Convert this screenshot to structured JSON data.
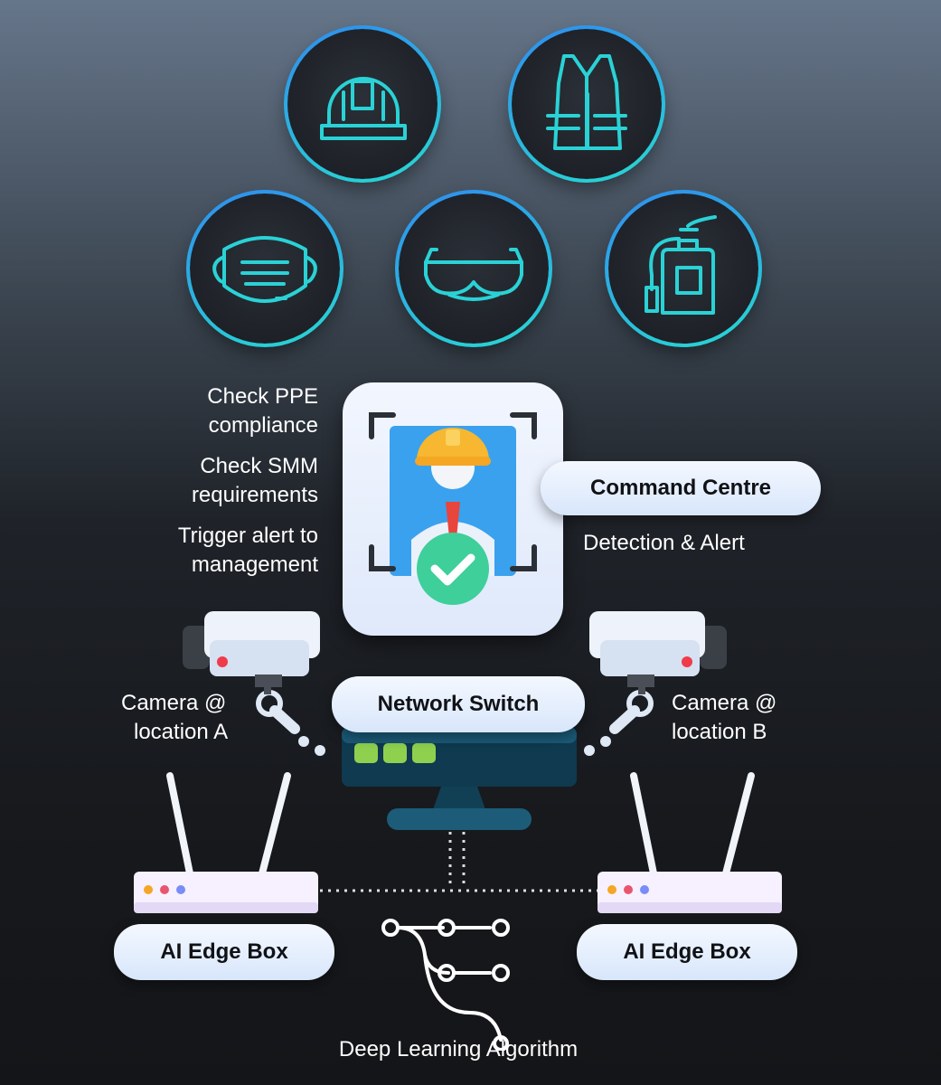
{
  "ppe_icons": [
    {
      "name": "hard-hat-icon"
    },
    {
      "name": "safety-vest-icon"
    },
    {
      "name": "face-mask-icon"
    },
    {
      "name": "safety-goggles-icon"
    },
    {
      "name": "fire-extinguisher-icon"
    }
  ],
  "left_labels": {
    "check_ppe": [
      "Check PPE",
      "compliance"
    ],
    "check_smm": [
      "Check SMM",
      "requirements"
    ],
    "trigger_alert": [
      "Trigger alert to",
      "management"
    ]
  },
  "command_centre": {
    "title": "Command Centre",
    "subtitle": "Detection & Alert"
  },
  "network_switch": {
    "title": "Network Switch"
  },
  "cameras": [
    {
      "lines": [
        "Camera @",
        "location A"
      ]
    },
    {
      "lines": [
        "Camera @",
        "location B"
      ]
    }
  ],
  "edge_boxes": [
    {
      "label": "AI Edge Box"
    },
    {
      "label": "AI Edge Box"
    }
  ],
  "algorithm": {
    "label": "Deep Learning Algorithm"
  },
  "colors": {
    "accent_cyan": "#2ad2d6",
    "accent_blue": "#2f8cf0",
    "switch_light": "#8fd14f",
    "helmet": "#f7b731",
    "check": "#3ecf9b",
    "camera_red": "#ef3b4a"
  }
}
